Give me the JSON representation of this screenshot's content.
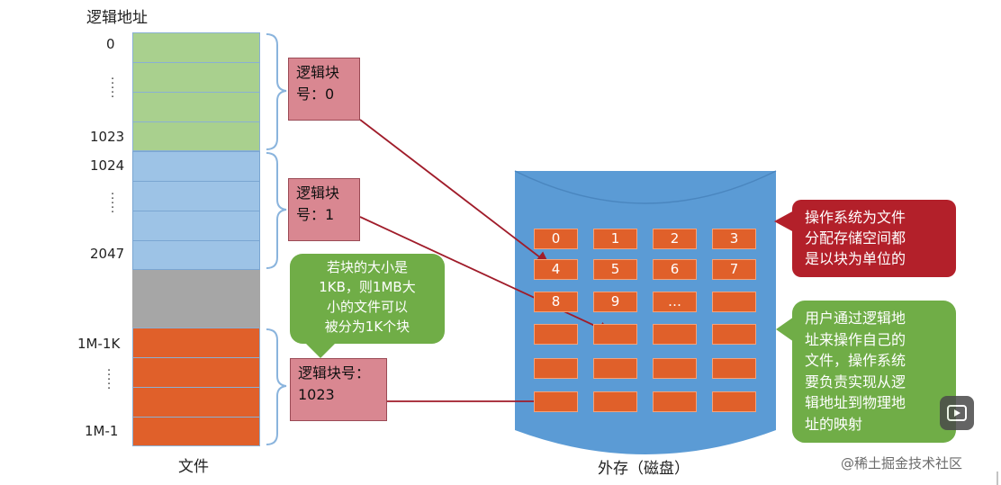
{
  "file": {
    "title": "逻辑地址",
    "caption": "文件",
    "address_labels": [
      "0",
      "1023",
      "1024",
      "2047",
      "1M-1K",
      "1M-1"
    ]
  },
  "callouts": {
    "block0": [
      "逻辑块",
      "号：0"
    ],
    "block1": [
      "逻辑块",
      "号：1"
    ],
    "block1023": [
      "逻辑块号：",
      "1023"
    ]
  },
  "bubbles": {
    "size_note": [
      "若块的大小是",
      "1KB，则1MB大",
      "小的文件可以",
      "被分为1K个块"
    ],
    "os_note": [
      "操作系统为文件",
      "分配存储空间都",
      "是以块为单位的"
    ],
    "user_note": [
      "用户通过逻辑地",
      "址来操作自己的",
      "文件，操作系统",
      "要负责实现从逻",
      "辑地址到物理地",
      "址的映射"
    ]
  },
  "disk": {
    "label": "外存（磁盘）",
    "blocks": [
      "0",
      "1",
      "2",
      "3",
      "4",
      "5",
      "6",
      "7",
      "8",
      "9",
      "…",
      "",
      "",
      "",
      "",
      "",
      "",
      "",
      "",
      "",
      "",
      "",
      "",
      ""
    ]
  },
  "watermark": "@稀土掘金技术社区",
  "colors": {
    "green": "#a9d08e",
    "blue": "#9dc3e6",
    "gray": "#a6a6a6",
    "orange": "#e0602a",
    "disk": "#5b9bd5",
    "callout": "#d98791",
    "bubble_green": "#70ad47",
    "bubble_red": "#b3202a",
    "arrow": "#a01c2a"
  }
}
